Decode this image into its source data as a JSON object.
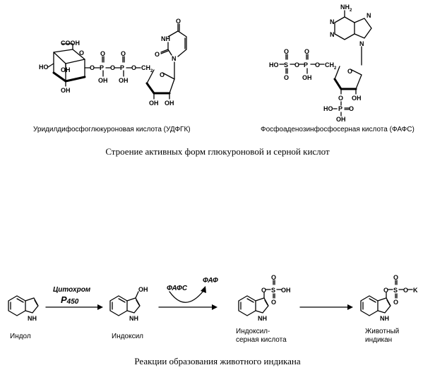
{
  "captions": {
    "top": "Строение активных форм глюкуроновой и серной кислот",
    "bottom": "Реакции образования животного индикана"
  },
  "udpga": {
    "label": "Уридилдифосфоглюкуроновая кислота (УДФГК)",
    "cooh": "COOH",
    "o": "O",
    "oh": "OH",
    "ho": "HO",
    "p": "P",
    "ch2": "CH",
    "ch2_sub": "2",
    "n": "N",
    "nh": "NH"
  },
  "paps": {
    "label": "Фосфоаденозинфосфосерная кислота (ФАФС)",
    "nh2": "NH",
    "nh2_sub": "2",
    "n": "N",
    "ho": "HO",
    "s": "S",
    "o": "O",
    "p": "P",
    "oh": "OH",
    "ch2": "CH",
    "ch2_sub": "2"
  },
  "reaction": {
    "indole": "Индол",
    "indoxyl": "Индоксил",
    "indoxyl_sulfate_1": "Индоксил-",
    "indoxyl_sulfate_2": "серная кислота",
    "indican_1": "Животный",
    "indican_2": "индикан",
    "enzyme": "Цитохром",
    "enzyme_p": "P",
    "enzyme_sub": "450",
    "paps": "ФАФС",
    "pap": "ФАФ",
    "nh": "NH",
    "oh": "OH",
    "o": "O",
    "s": "S",
    "k": "K"
  }
}
